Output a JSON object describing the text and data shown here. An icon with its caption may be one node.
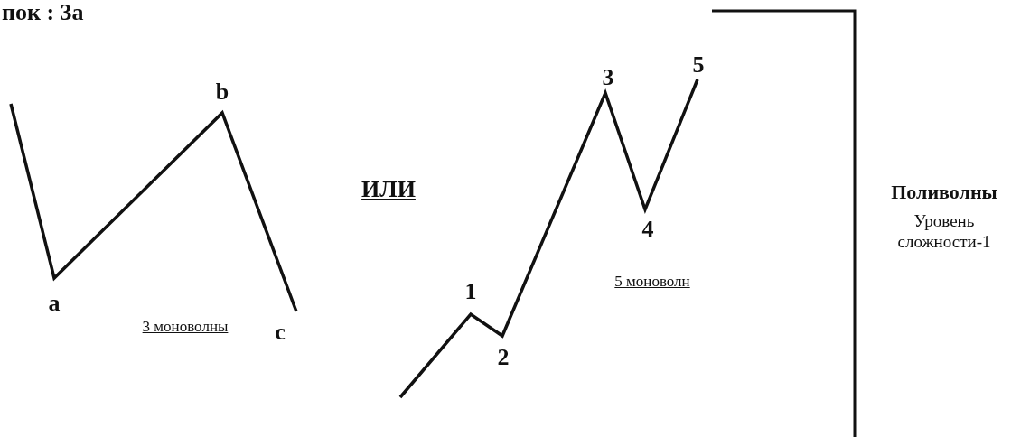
{
  "diagram": {
    "title": "пок : 3а",
    "labels": [
      "b",
      "3",
      "5",
      "ИЛИ",
      "Поливолны",
      "Уровень сложности-1",
      "1",
      "4",
      "a",
      "c",
      "5 моноволн",
      "3 моноволны",
      "2"
    ]
  }
}
